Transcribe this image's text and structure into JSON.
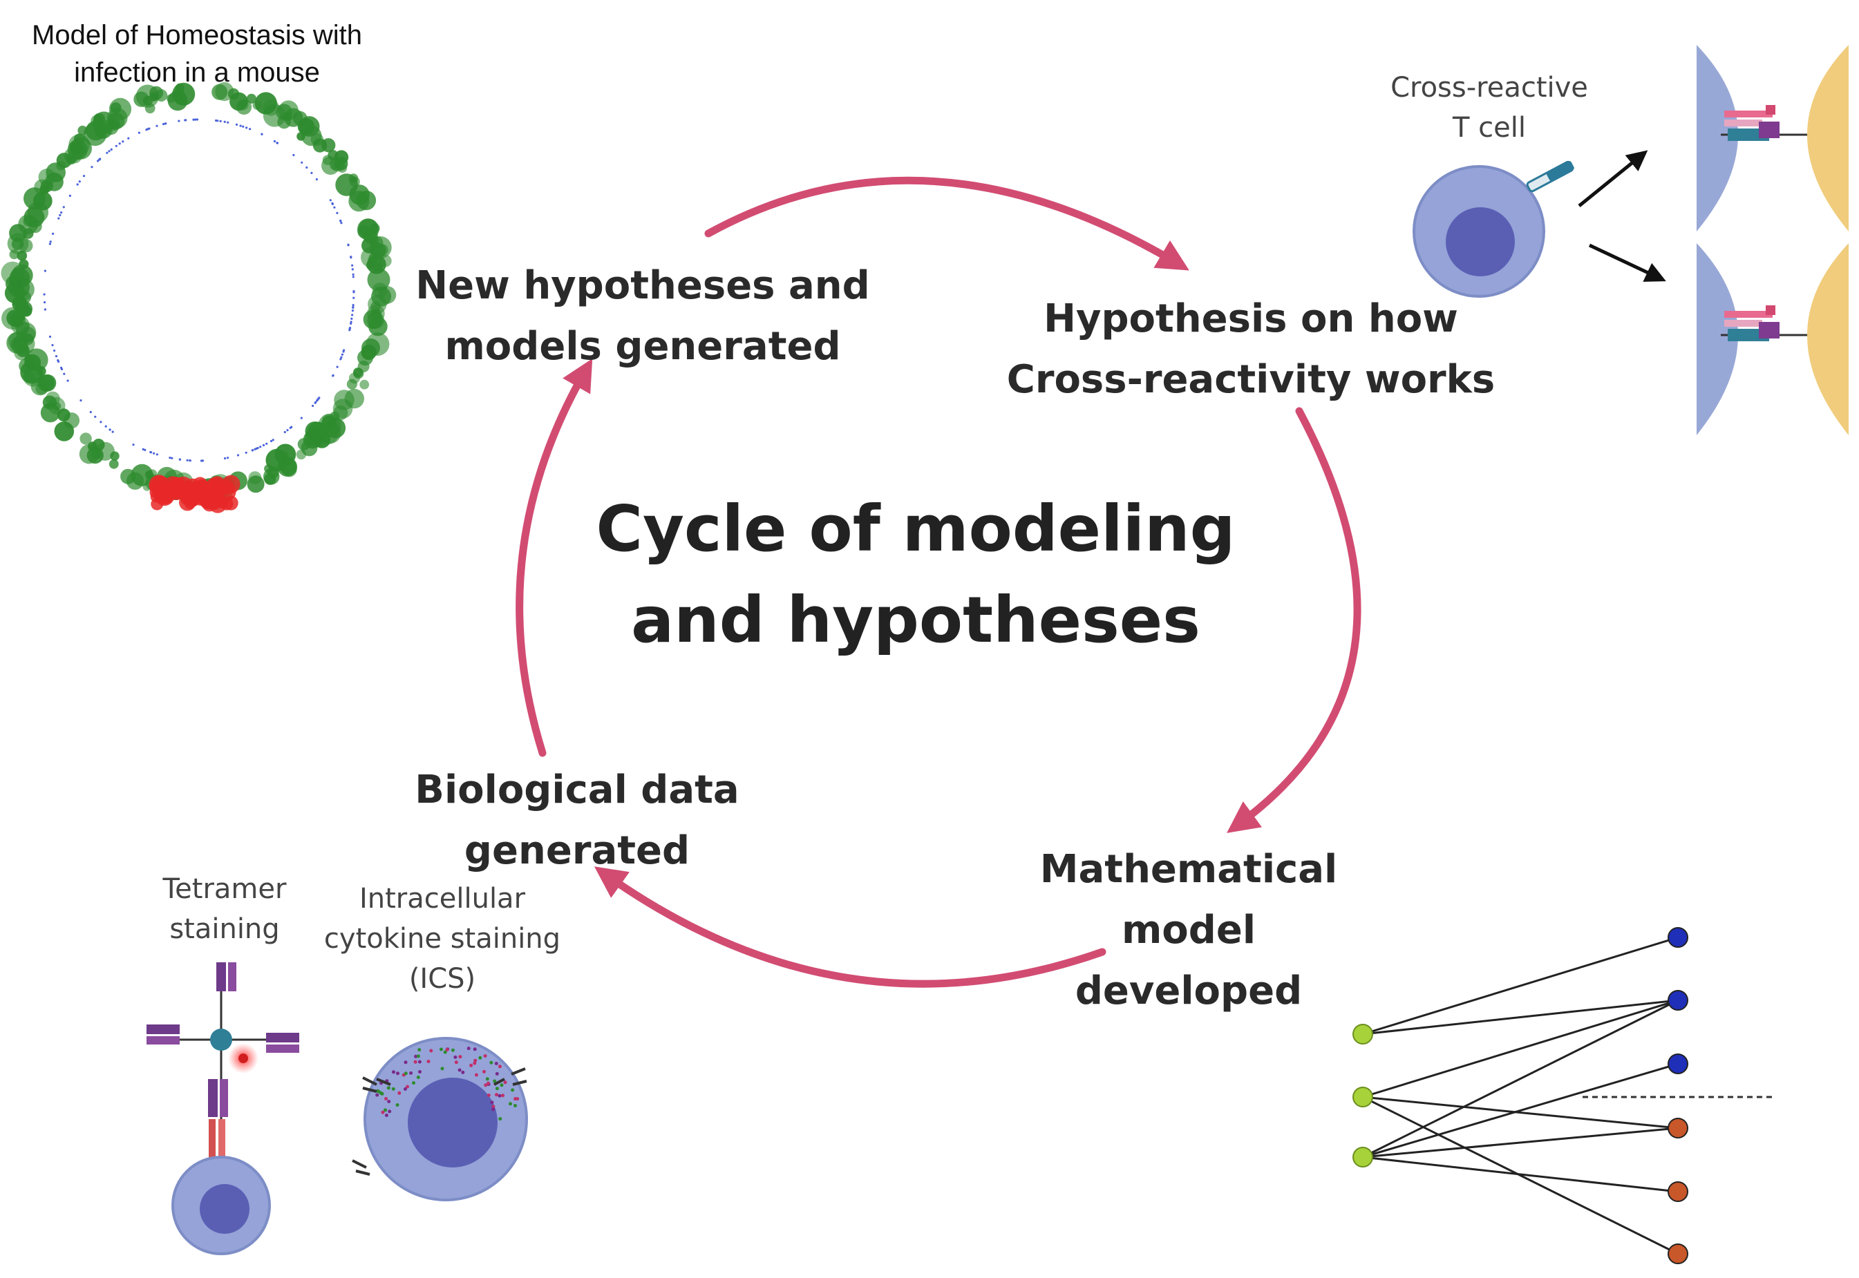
{
  "center": {
    "line1": "Cycle of modeling",
    "line2": "and hypotheses"
  },
  "steps": {
    "new_hypotheses": {
      "line1": "New hypotheses and",
      "line2": "models generated"
    },
    "hypothesis": {
      "line1": "Hypothesis on how",
      "line2": "Cross-reactivity works"
    },
    "math_model": {
      "line1": "Mathematical",
      "line2": "model",
      "line3": "developed"
    },
    "bio_data": {
      "line1": "Biological data",
      "line2": "generated"
    }
  },
  "panels": {
    "mouse_model": {
      "line1": "Model of Homeostasis with",
      "line2": "infection in a mouse"
    },
    "tcell": {
      "line1": "Cross-reactive",
      "line2": "T cell"
    },
    "tetramer": {
      "line1": "Tetramer",
      "line2": "staining"
    },
    "ics": {
      "line1": "Intracellular",
      "line2": "cytokine staining",
      "line3": "(ICS)"
    }
  },
  "colors": {
    "cycle_arrow": "#d24c72",
    "cell_body": "#95a3d8",
    "cell_nucleus": "#5a5fb4",
    "apc_left": "#98a8d6",
    "apc_right": "#f0cc7c",
    "healthy_node": "#2e8b2e",
    "infected_node": "#e82828",
    "node_green": "#a8d23a",
    "node_blue": "#1f2fb8",
    "node_orange": "#c8572a"
  },
  "icons": [
    "cycle-arrow",
    "t-cell-icon",
    "apc-synapse-icon",
    "tetramer-icon",
    "bipartite-network-icon"
  ]
}
